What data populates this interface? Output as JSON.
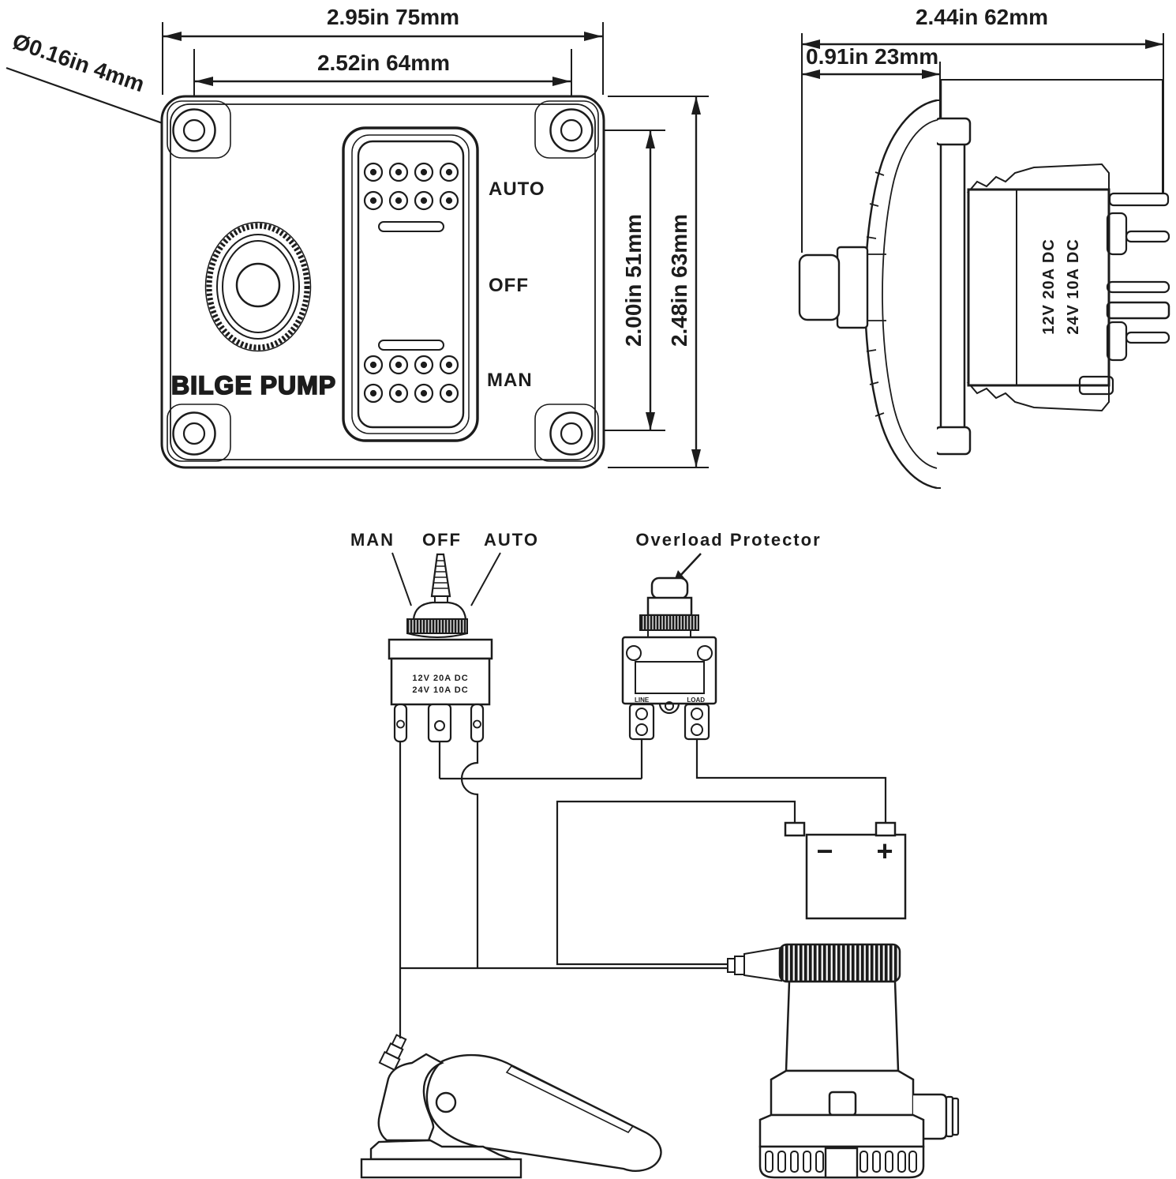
{
  "front_view": {
    "dims": {
      "width_outer": "2.95in 75mm",
      "width_holes": "2.52in 64mm",
      "hole_diameter": "Ø0.16in 4mm",
      "height_inner": "2.00in 51mm",
      "height_outer": "2.48in 63mm"
    },
    "panel": {
      "title": "BILGE PUMP",
      "switch_positions": {
        "auto": "AUTO",
        "off": "OFF",
        "man": "MAN"
      }
    }
  },
  "side_view": {
    "dims": {
      "depth_total": "2.44in 62mm",
      "depth_front": "0.91in 23mm"
    },
    "rating": {
      "line1": "12V 20A DC",
      "line2": "24V 10A DC"
    }
  },
  "wiring": {
    "switch_labels": {
      "man": "MAN",
      "off": "OFF",
      "auto": "AUTO"
    },
    "overload_label": "Overload Protector",
    "switch_rating": {
      "line1": "12V 20A DC",
      "line2": "24V 10A DC"
    },
    "breaker_terminals": {
      "line": "LINE",
      "load": "LOAD"
    },
    "battery": {
      "negative": "−",
      "positive": "+"
    }
  },
  "colors": {
    "ink": "#1c1c1c",
    "background": "#ffffff",
    "dark_fill": "#1c1c1c"
  }
}
